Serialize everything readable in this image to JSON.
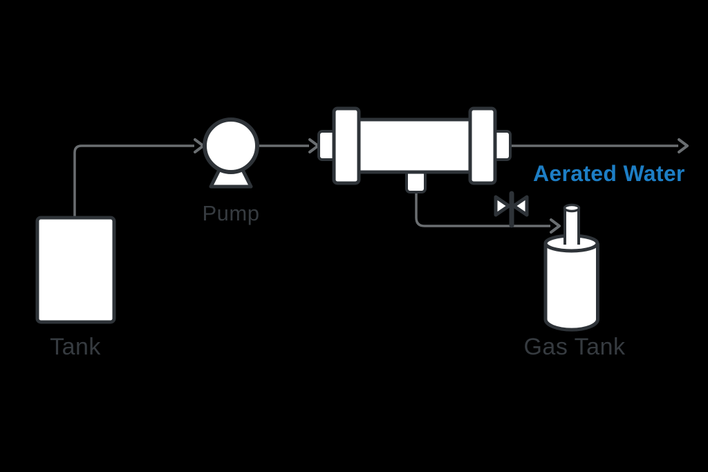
{
  "diagram": {
    "type": "process-flow",
    "labels": {
      "tank": "Tank",
      "pump": "Pump",
      "gas_tank": "Gas Tank",
      "output_stream": "Aerated Water"
    },
    "components": [
      {
        "id": "tank",
        "icon": "tank-icon",
        "label": "Tank"
      },
      {
        "id": "pump",
        "icon": "pump-icon",
        "label": "Pump"
      },
      {
        "id": "membrane-contactor",
        "icon": "membrane-contactor-icon",
        "label": ""
      },
      {
        "id": "valve",
        "icon": "valve-icon",
        "label": ""
      },
      {
        "id": "gas-tank",
        "icon": "gas-tank-icon",
        "label": "Gas Tank"
      }
    ],
    "flows": [
      {
        "from": "tank",
        "to": "pump"
      },
      {
        "from": "pump",
        "to": "membrane-contactor"
      },
      {
        "from": "membrane-contactor",
        "to": "output",
        "label": "Aerated Water"
      },
      {
        "from": "membrane-contactor-bottom-port",
        "through": "valve",
        "to": "gas-tank"
      }
    ],
    "colors": {
      "bg": "#000000",
      "ink": "#2e3338",
      "pipe": "#6a6e71",
      "label": "#363b40",
      "accent": "#1d7ec5",
      "fill": "#ffffff"
    }
  }
}
